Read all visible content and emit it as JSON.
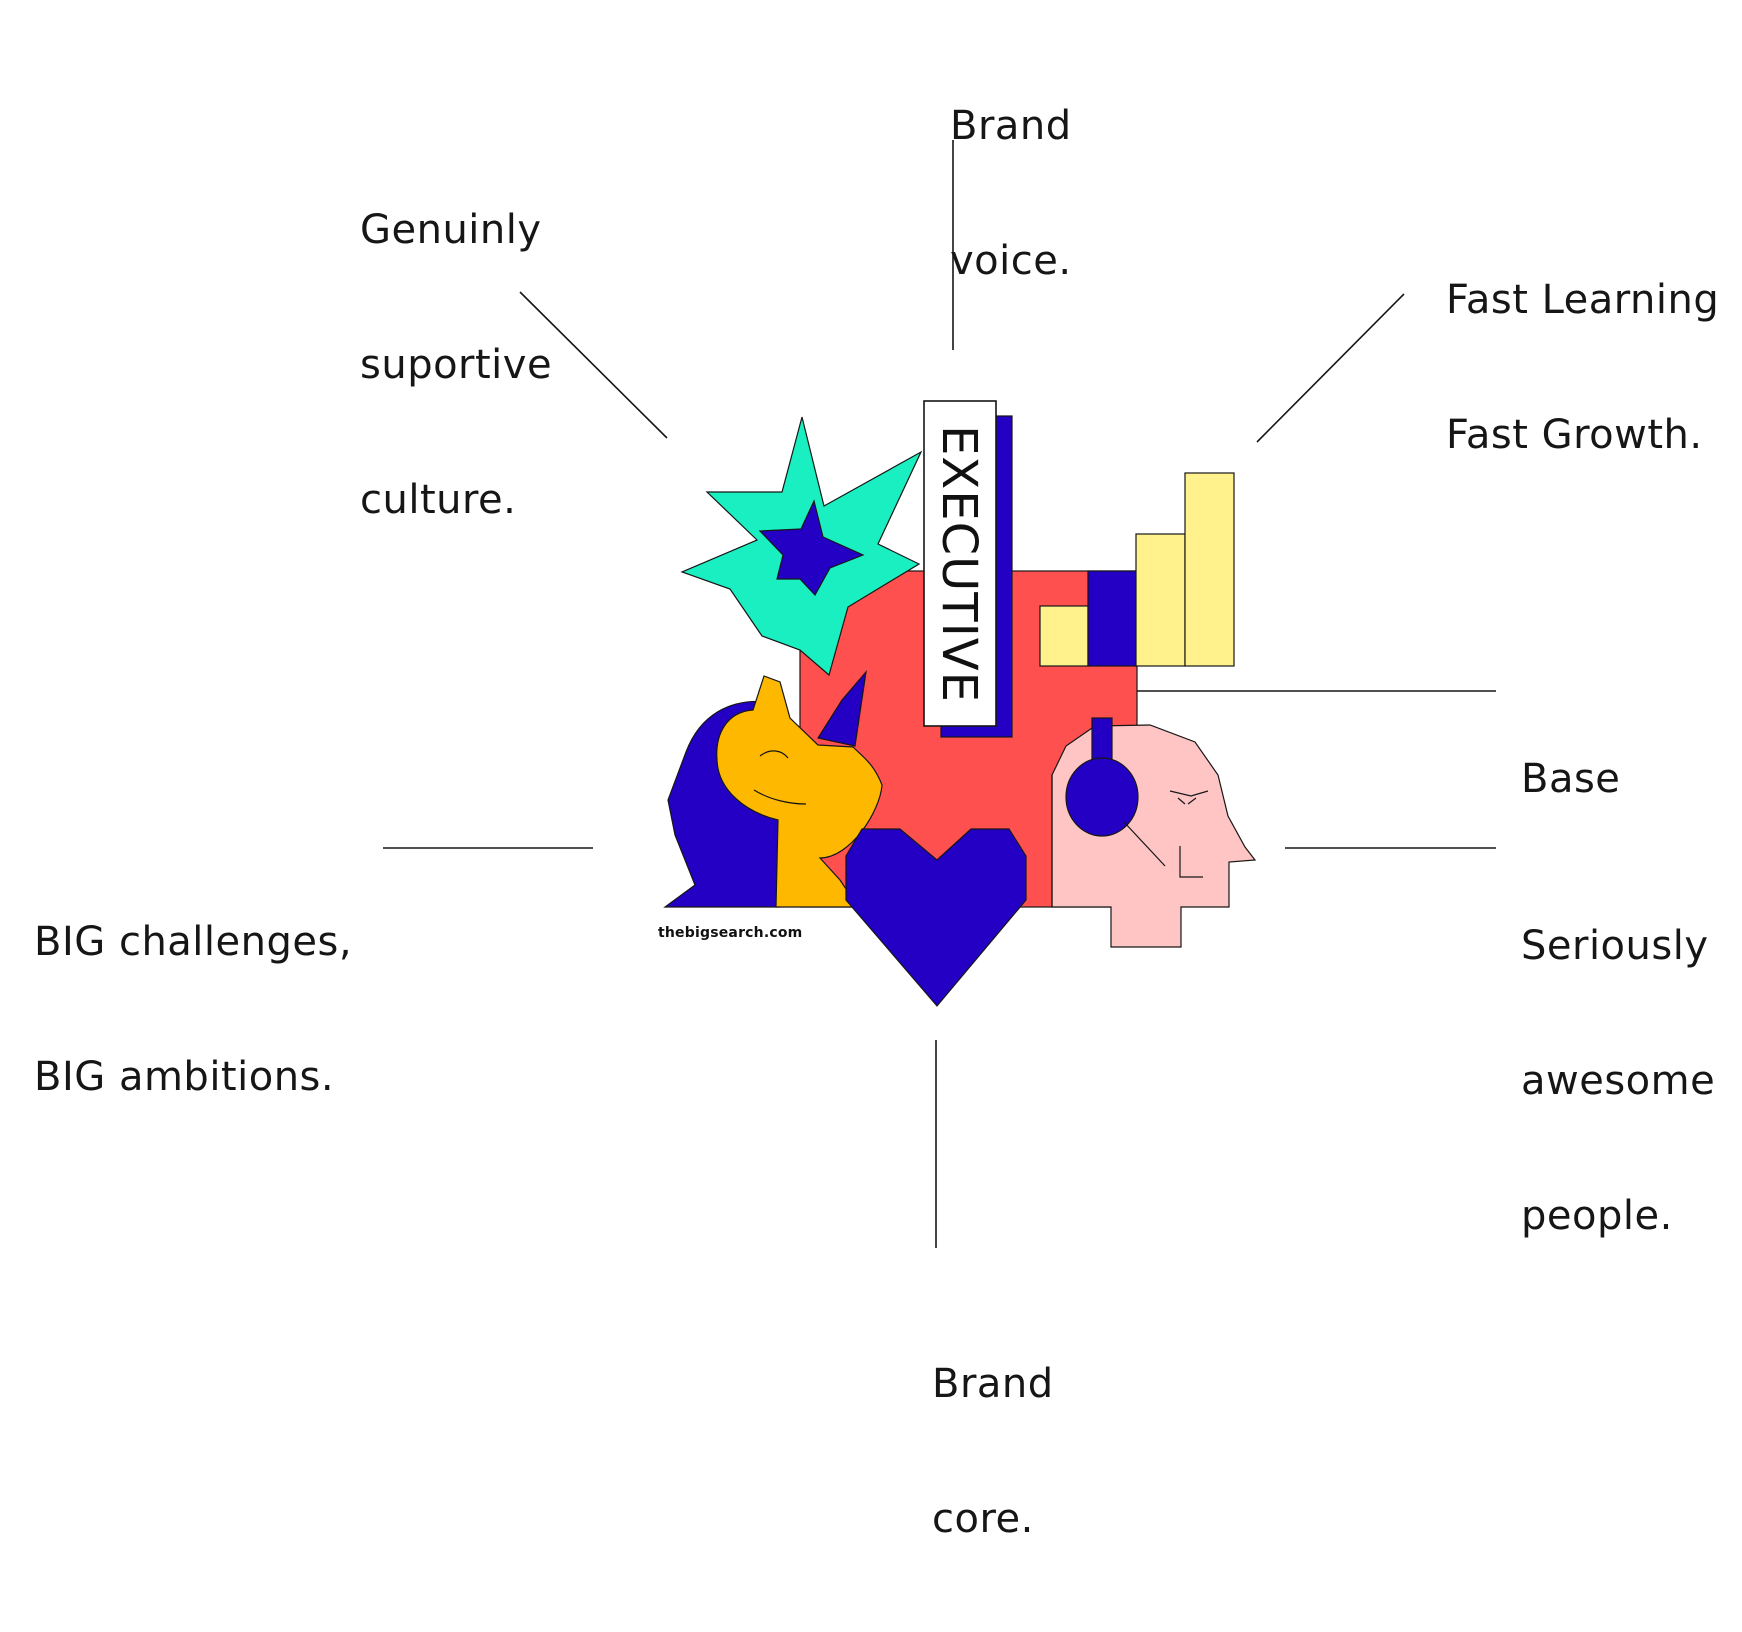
{
  "labels": {
    "brand_voice": [
      "Brand",
      "voice."
    ],
    "culture": [
      "Genuinly",
      "suportive",
      "culture."
    ],
    "growth": [
      "Fast Learning",
      "Fast Growth."
    ],
    "base": [
      "Base"
    ],
    "challenges": [
      "BIG challenges,",
      "BIG ambitions."
    ],
    "people": [
      "Seriously",
      "awesome",
      "people."
    ],
    "brand_core": [
      "Brand",
      "core."
    ]
  },
  "illustration": {
    "badge_text": "EXECUTIVE",
    "website": "thebigsearch.com"
  },
  "colors": {
    "coral": "#ff5050",
    "indigo": "#2400c4",
    "mint": "#1aefc2",
    "amber": "#ffb800",
    "yellow": "#fff28c",
    "pink": "#ffc5c5",
    "ink": "#161616"
  }
}
